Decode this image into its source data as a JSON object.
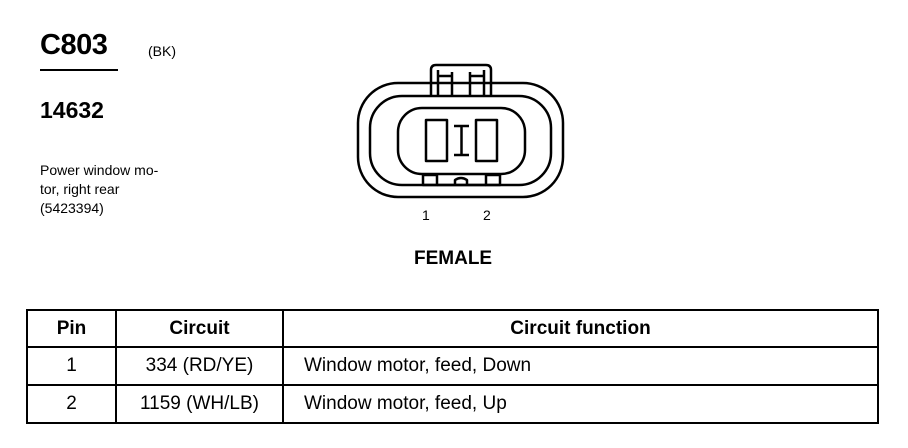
{
  "connector": {
    "id": "C803",
    "color": "(BK)",
    "part_number": "14632",
    "description_lines": [
      "Power window mo-",
      "tor, right rear",
      "(5423394)"
    ]
  },
  "diagram": {
    "pin_labels": [
      "1",
      "2"
    ],
    "gender": "FEMALE"
  },
  "table": {
    "headers": [
      "Pin",
      "Circuit",
      "Circuit function"
    ],
    "rows": [
      {
        "pin": "1",
        "circuit": "334 (RD/YE)",
        "function": "Window motor, feed, Down"
      },
      {
        "pin": "2",
        "circuit": "1159 (WH/LB)",
        "function": "Window motor, feed, Up"
      }
    ]
  }
}
